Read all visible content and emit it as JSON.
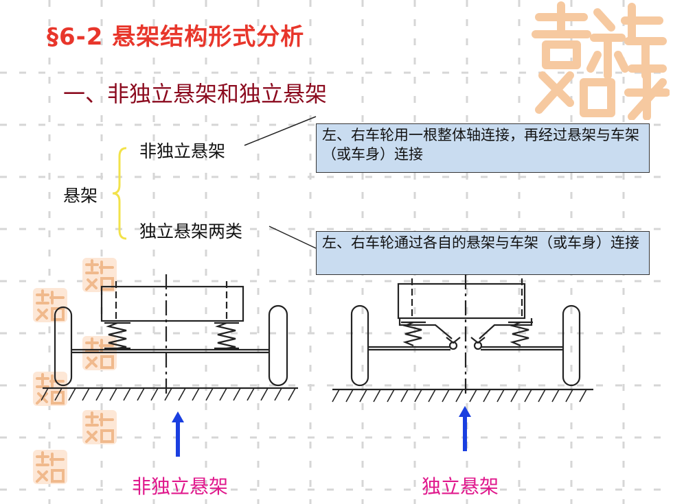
{
  "title": "§6-2 悬架结构形式分析",
  "subtitle": "一、非独立悬架和独立悬架",
  "brace": {
    "root_label": "悬架",
    "branch_1": "非独立悬架",
    "branch_2": "独立悬架两类"
  },
  "callouts": {
    "dependent": "左、右车轮用一根整体轴连接，再经过悬架与车架（或车身）连接",
    "independent": "左、右车轮通过各自的悬架与车架（或车身）连接"
  },
  "captions": {
    "left": "非独立悬架",
    "right": "独立悬架"
  },
  "colors": {
    "title": "#e8362b",
    "subtitle": "#8b0a1e",
    "callout_fill": "#c9dcf0",
    "caption": "#e0188c",
    "arrow": "#1a3fe0",
    "brace": "#f2e24a",
    "watermark": "#f6c9a0"
  },
  "watermark_text": "吉祥如意"
}
